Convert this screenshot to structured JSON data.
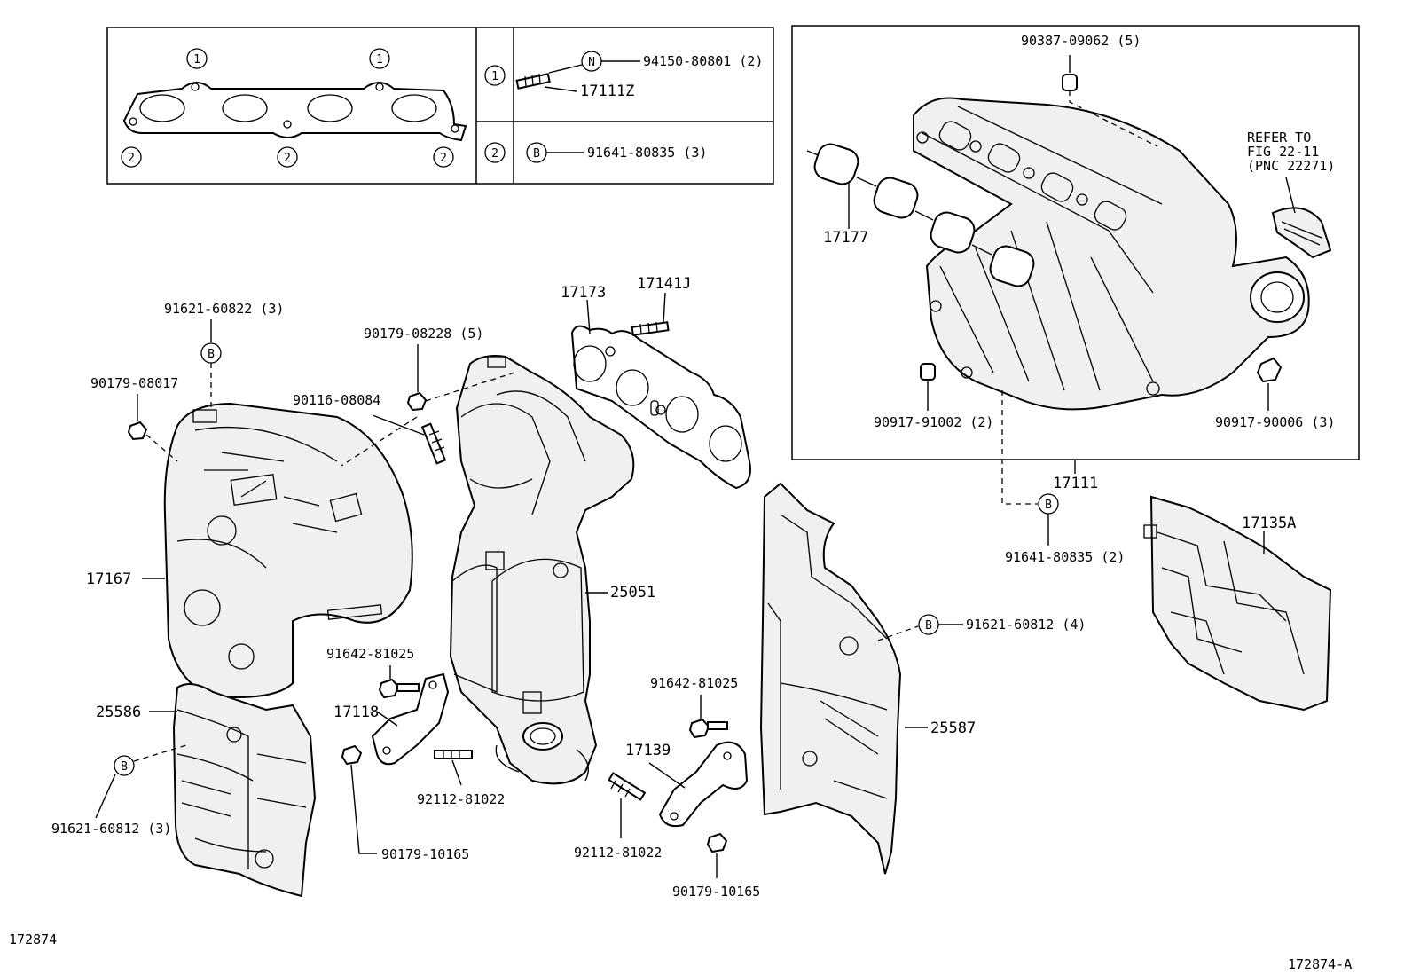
{
  "diagram": {
    "ref_bottom_left": "172874",
    "ref_bottom_right": "172874-A",
    "legend": {
      "gasket_markers": [
        "1",
        "1",
        "2",
        "2",
        "2"
      ],
      "row1": {
        "key": "1",
        "marker": "N",
        "part_no": "94150-80801 (2)",
        "stud": "17111Z"
      },
      "row2": {
        "key": "2",
        "marker": "B",
        "part_no": "91641-80835 (3)"
      }
    },
    "labels": {
      "p90387": "90387-09062 (5)",
      "refer1": "REFER TO",
      "refer2": "FIG 22-11",
      "refer3": "(PNC 22271)",
      "p17177": "17177",
      "p90917_91002": "90917-91002 (2)",
      "p90917_90006": "90917-90006 (3)",
      "p17111": "17111",
      "p91641_80835_2": "91641-80835 (2)",
      "p17135A": "17135A",
      "p17173": "17173",
      "p17141J": "17141J",
      "p91621_60822": "91621-60822 (3)",
      "p90179_08228": "90179-08228 (5)",
      "p90179_08017": "90179-08017",
      "p90116_08084": "90116-08084",
      "p17167": "17167",
      "p25051": "25051",
      "p91621_60812_4": "91621-60812 (4)",
      "p91642_81025_a": "91642-81025",
      "p91642_81025_b": "91642-81025",
      "p17118": "17118",
      "p25586": "25586",
      "p17139": "17139",
      "p25587": "25587",
      "p92112_81022_a": "92112-81022",
      "p92112_81022_b": "92112-81022",
      "p91621_60812_3": "91621-60812 (3)",
      "p90179_10165_a": "90179-10165",
      "p90179_10165_b": "90179-10165"
    },
    "markers": {
      "b_top": "B",
      "b_17111": "B",
      "b_25587": "B",
      "b_25586": "B"
    }
  }
}
